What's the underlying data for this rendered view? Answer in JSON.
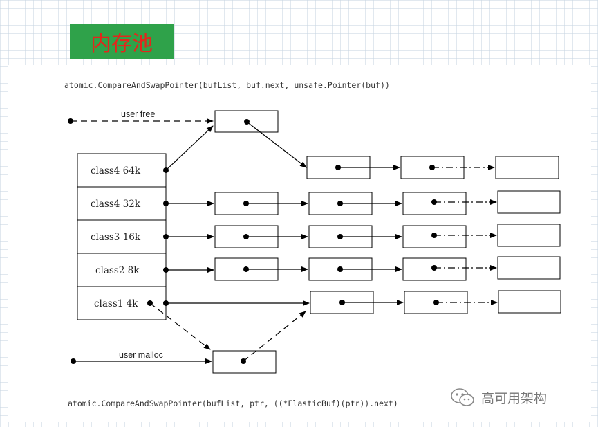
{
  "title": "内存池",
  "top_code": "atomic.CompareAndSwapPointer(bufList, buf.next, unsafe.Pointer(buf))",
  "bottom_code": "atomic.CompareAndSwapPointer(bufList, ptr, ((*ElasticBuf)(ptr)).next)",
  "user_free_label": "user free",
  "user_malloc_label": "user malloc",
  "classes": [
    "class4 64k",
    "class4 32k",
    "class3 16k",
    "class2 8k",
    "class1 4k"
  ],
  "watermark": "高可用架构",
  "watermark_icon": "wechat-icon"
}
